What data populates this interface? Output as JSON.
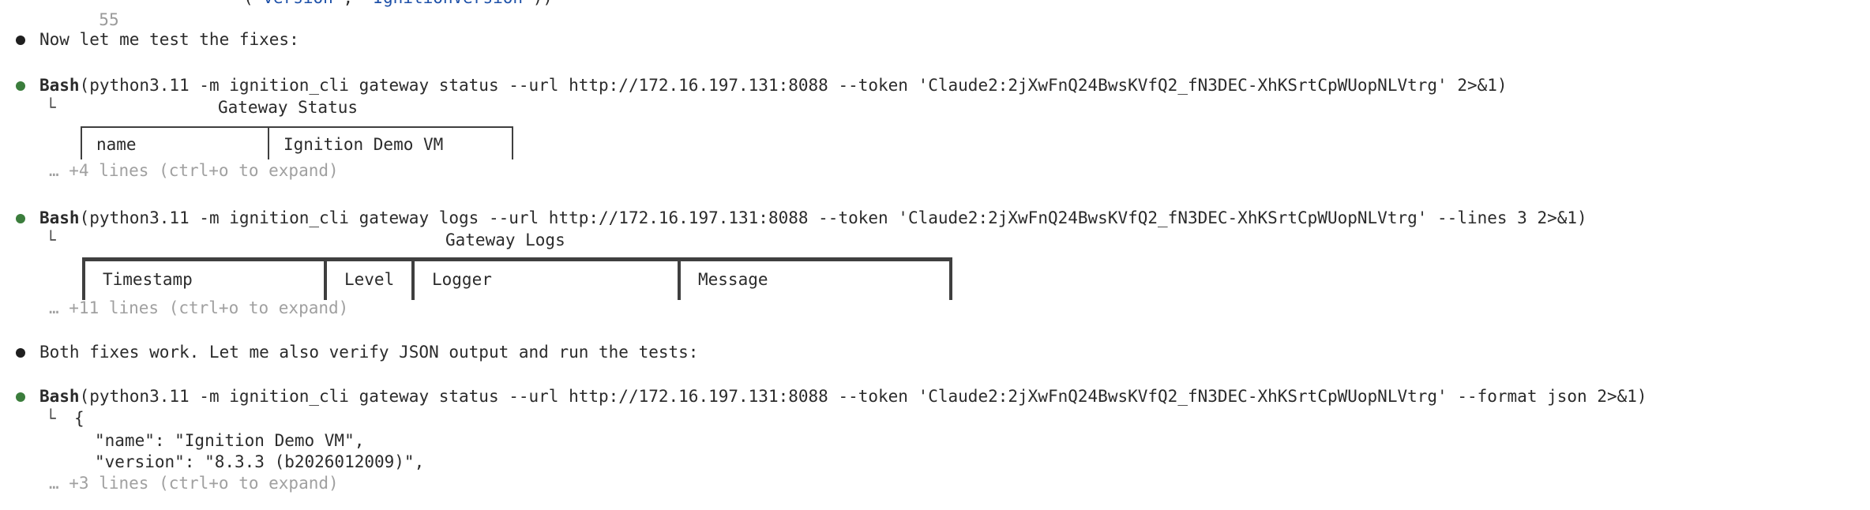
{
  "colors": {
    "text": "#2b2b2b",
    "muted_gray": "#a0a0a0",
    "bullet_green": "#3b7d3c",
    "bullet_black": "#1f1f1f",
    "code_string_blue": "#1d50a8",
    "table_border": "#3f3f3f"
  },
  "clipped_line": {
    "line_number": "55",
    "code_open": "(",
    "string_1": "\"version\"",
    "separator": ", ",
    "string_2": "\"IgnitionVersion\"",
    "code_close": "))"
  },
  "messages": {
    "test_fixes": "Now let me test the fixes:",
    "both_fixes": "Both fixes work. Let me also verify JSON output and run the tests:"
  },
  "connector_glyph": "└",
  "commands": [
    {
      "tool": "Bash",
      "args": "(python3.11 -m ignition_cli gateway status --url http://172.16.197.131:8088 --token 'Claude2:2jXwFnQ24BwsKVfQ2_fN3DEC-XhKSrtCpWUopNLVtrg' 2>&1)"
    },
    {
      "tool": "Bash",
      "args": "(python3.11 -m ignition_cli gateway logs --url http://172.16.197.131:8088 --token 'Claude2:2jXwFnQ24BwsKVfQ2_fN3DEC-XhKSrtCpWUopNLVtrg' --lines 3 2>&1)"
    },
    {
      "tool": "Bash",
      "args": "(python3.11 -m ignition_cli gateway status --url http://172.16.197.131:8088 --token 'Claude2:2jXwFnQ24BwsKVfQ2_fN3DEC-XhKSrtCpWUopNLVtrg' --format json 2>&1)"
    }
  ],
  "status_table": {
    "title": "Gateway Status",
    "columns": [
      "name",
      "Ignition Demo VM"
    ],
    "collapsed": "… +4 lines (ctrl+o to expand)"
  },
  "logs_table": {
    "title": "Gateway Logs",
    "columns": [
      "Timestamp",
      "Level",
      "Logger",
      "Message"
    ],
    "collapsed": "… +11 lines (ctrl+o to expand)"
  },
  "json_output": {
    "open_brace": "{",
    "line_1": "\"name\": \"Ignition Demo VM\",",
    "line_2": "\"version\": \"8.3.3 (b2026012009)\",",
    "collapsed": "… +3 lines (ctrl+o to expand)"
  }
}
